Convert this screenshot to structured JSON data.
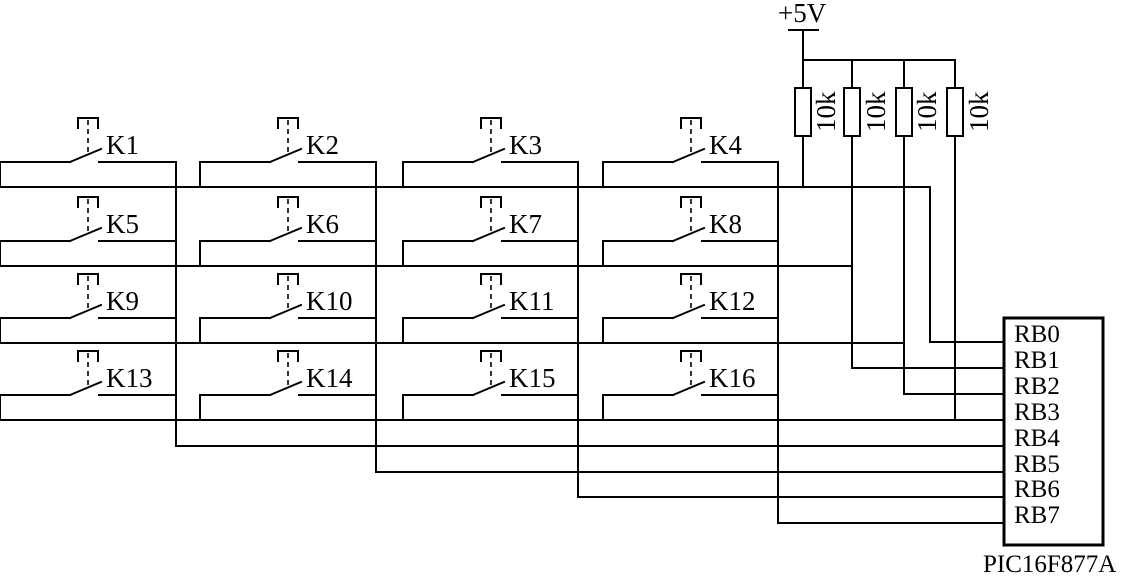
{
  "supply": {
    "label": "+5V"
  },
  "resistors": [
    {
      "label": "10k"
    },
    {
      "label": "10k"
    },
    {
      "label": "10k"
    },
    {
      "label": "10k"
    }
  ],
  "keys": [
    "K1",
    "K2",
    "K3",
    "K4",
    "K5",
    "K6",
    "K7",
    "K8",
    "K9",
    "K10",
    "K11",
    "K12",
    "K13",
    "K14",
    "K15",
    "K16"
  ],
  "chip": {
    "name": "PIC16F877A",
    "pins": [
      "RB0",
      "RB1",
      "RB2",
      "RB3",
      "RB4",
      "RB5",
      "RB6",
      "RB7"
    ]
  }
}
